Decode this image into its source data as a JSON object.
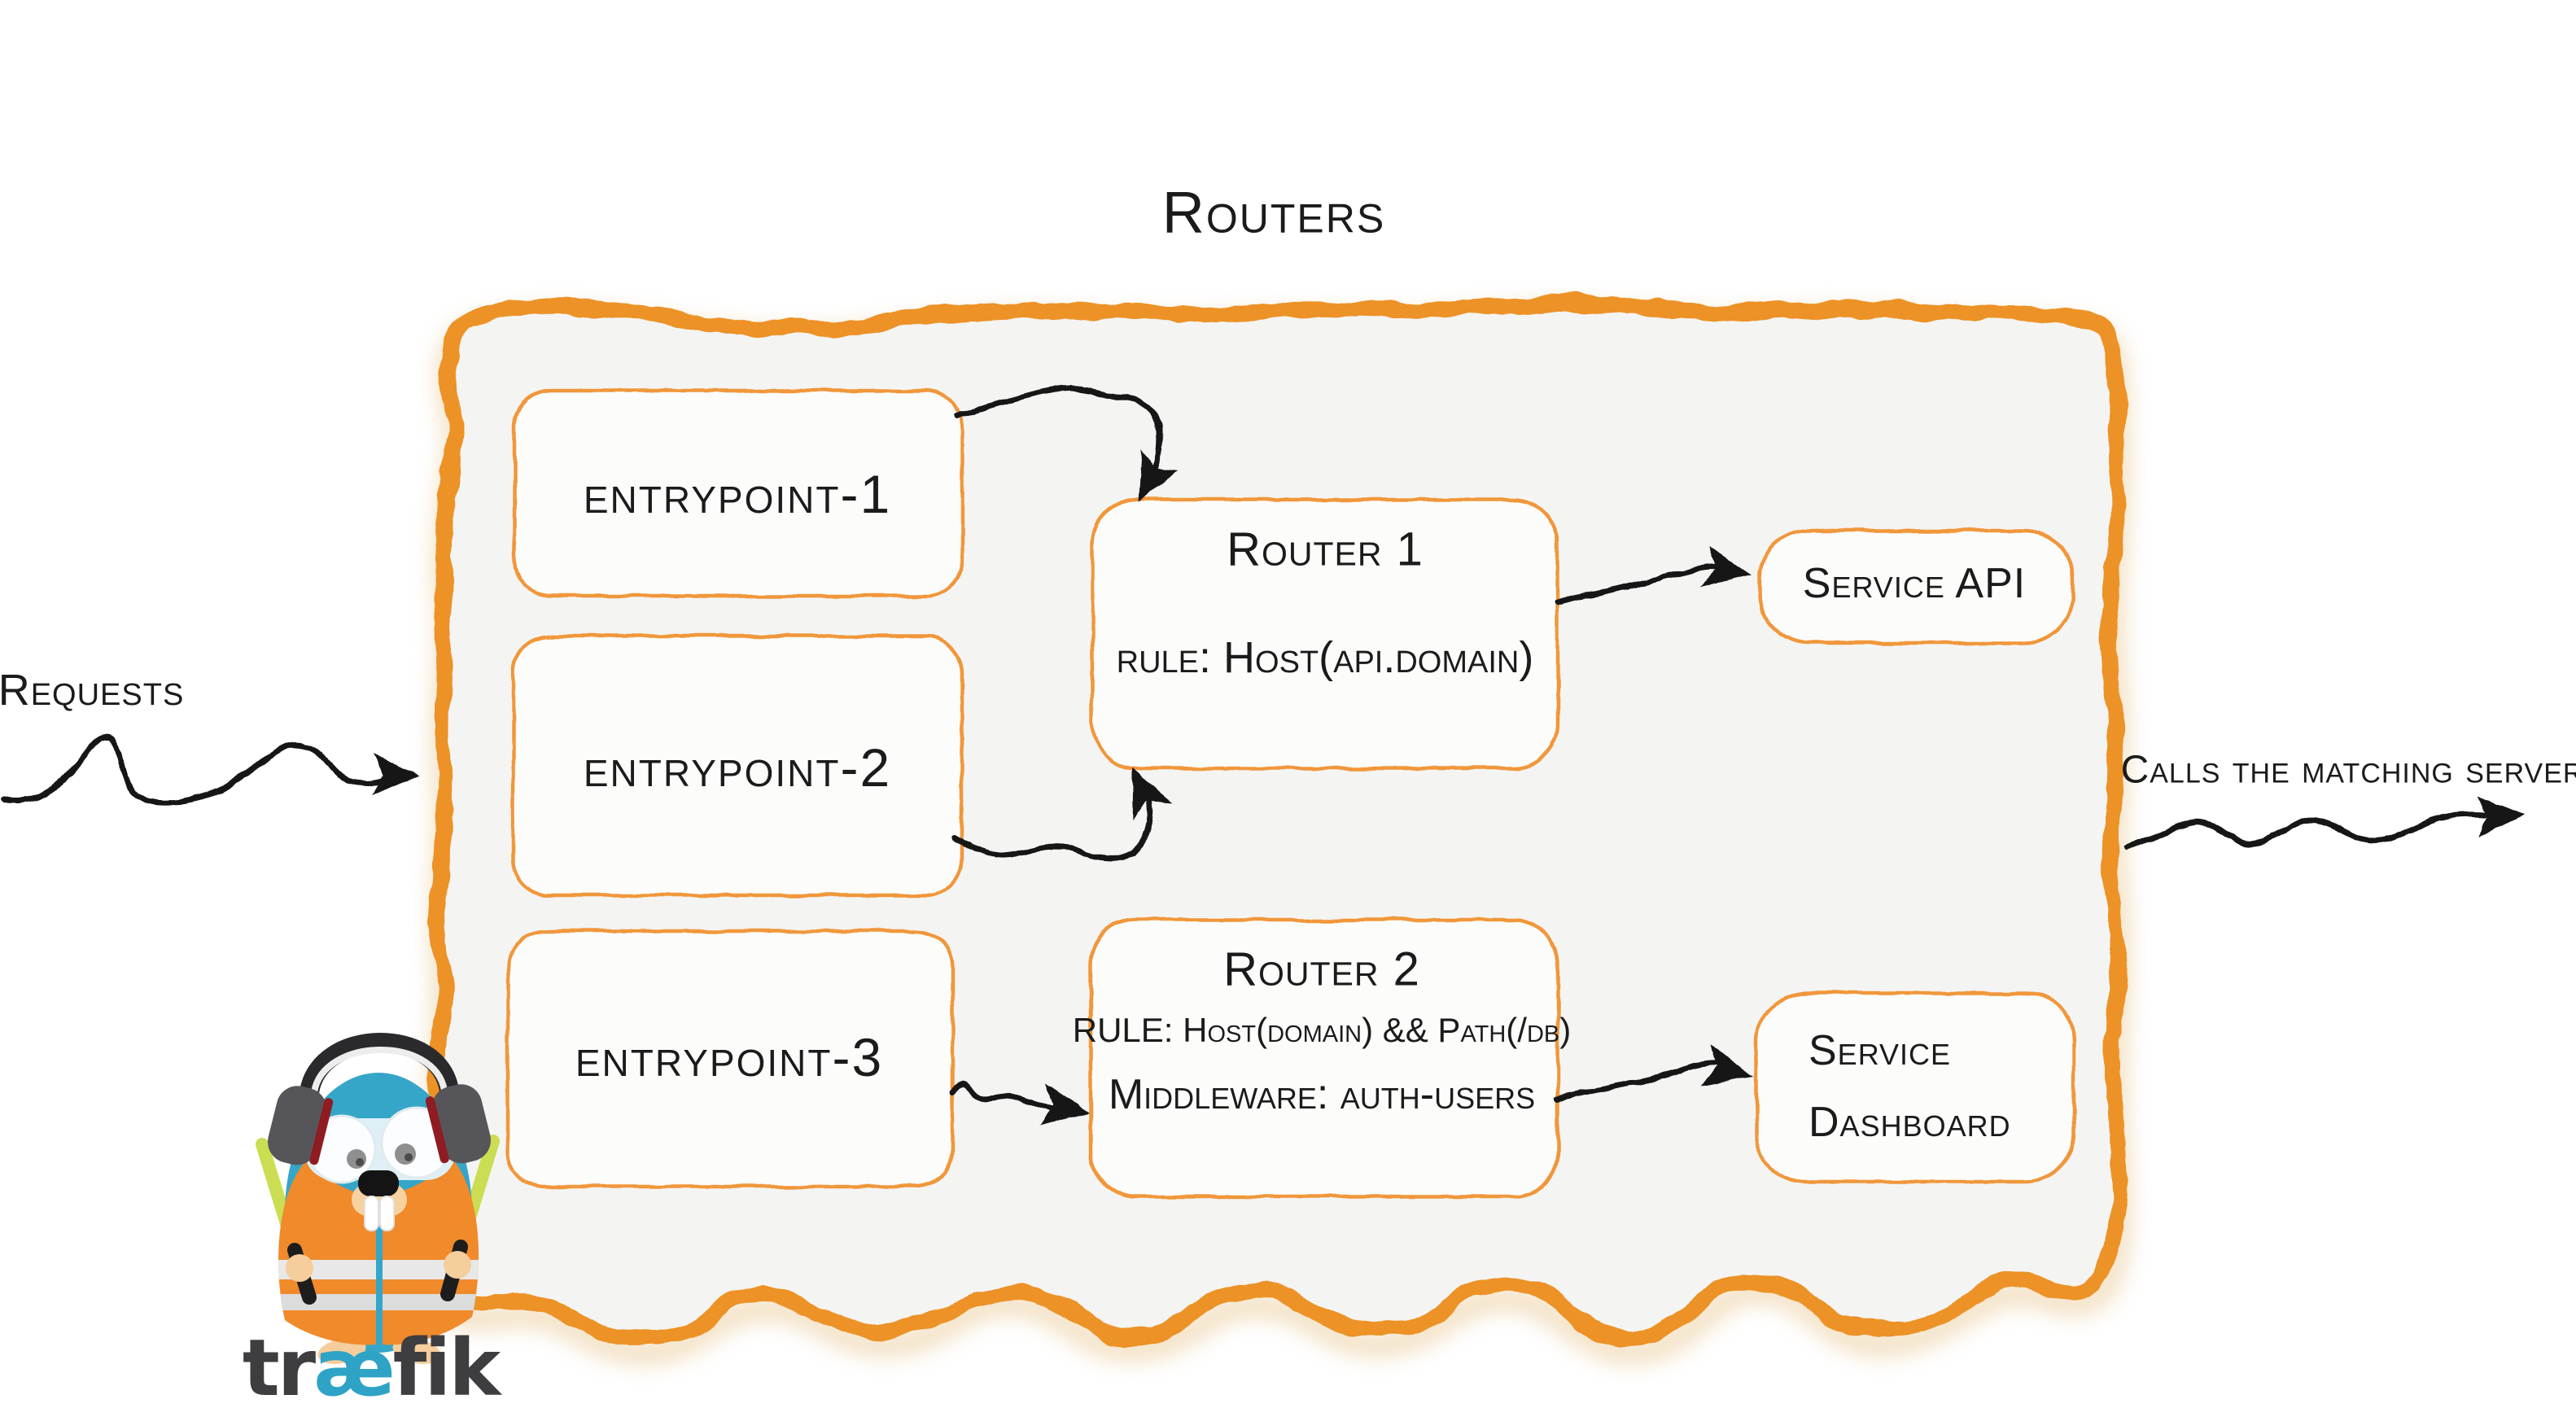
{
  "title": "Routers",
  "annotations": {
    "requests": "Requests",
    "calls_matching_server": "Calls the matching server"
  },
  "nodes": {
    "entrypoint1": {
      "label": "entrypoint-1"
    },
    "entrypoint2": {
      "label": "entrypoint-2"
    },
    "entrypoint3": {
      "label": "entrypoint-3"
    },
    "router1": {
      "title": "Router 1",
      "rule": "rule: Host(api.domain)"
    },
    "router2": {
      "title": "Router 2",
      "rule": "RULE: Host(domain) && Path(/db)",
      "middleware": "Middleware: auth-users"
    },
    "serviceApi": {
      "label": "Service API"
    },
    "serviceDashboard": {
      "line1": "Service",
      "line2": "Dashboard"
    }
  },
  "logo": {
    "tr": "tr",
    "ae": "æ",
    "fik": "fik"
  },
  "colors": {
    "container_stroke": "#EC9227",
    "container_fill": "#F4F4F3",
    "box_stroke": "#F0973B",
    "box_fill": "#FCFCFB",
    "ink": "#1b1b1b",
    "gopher_blue": "#35A6C8",
    "vest_orange": "#F08A2B",
    "baton_green": "#CBDD52",
    "wordmark_gray": "#3E3E40",
    "wordmark_blue": "#2EA3C6"
  }
}
